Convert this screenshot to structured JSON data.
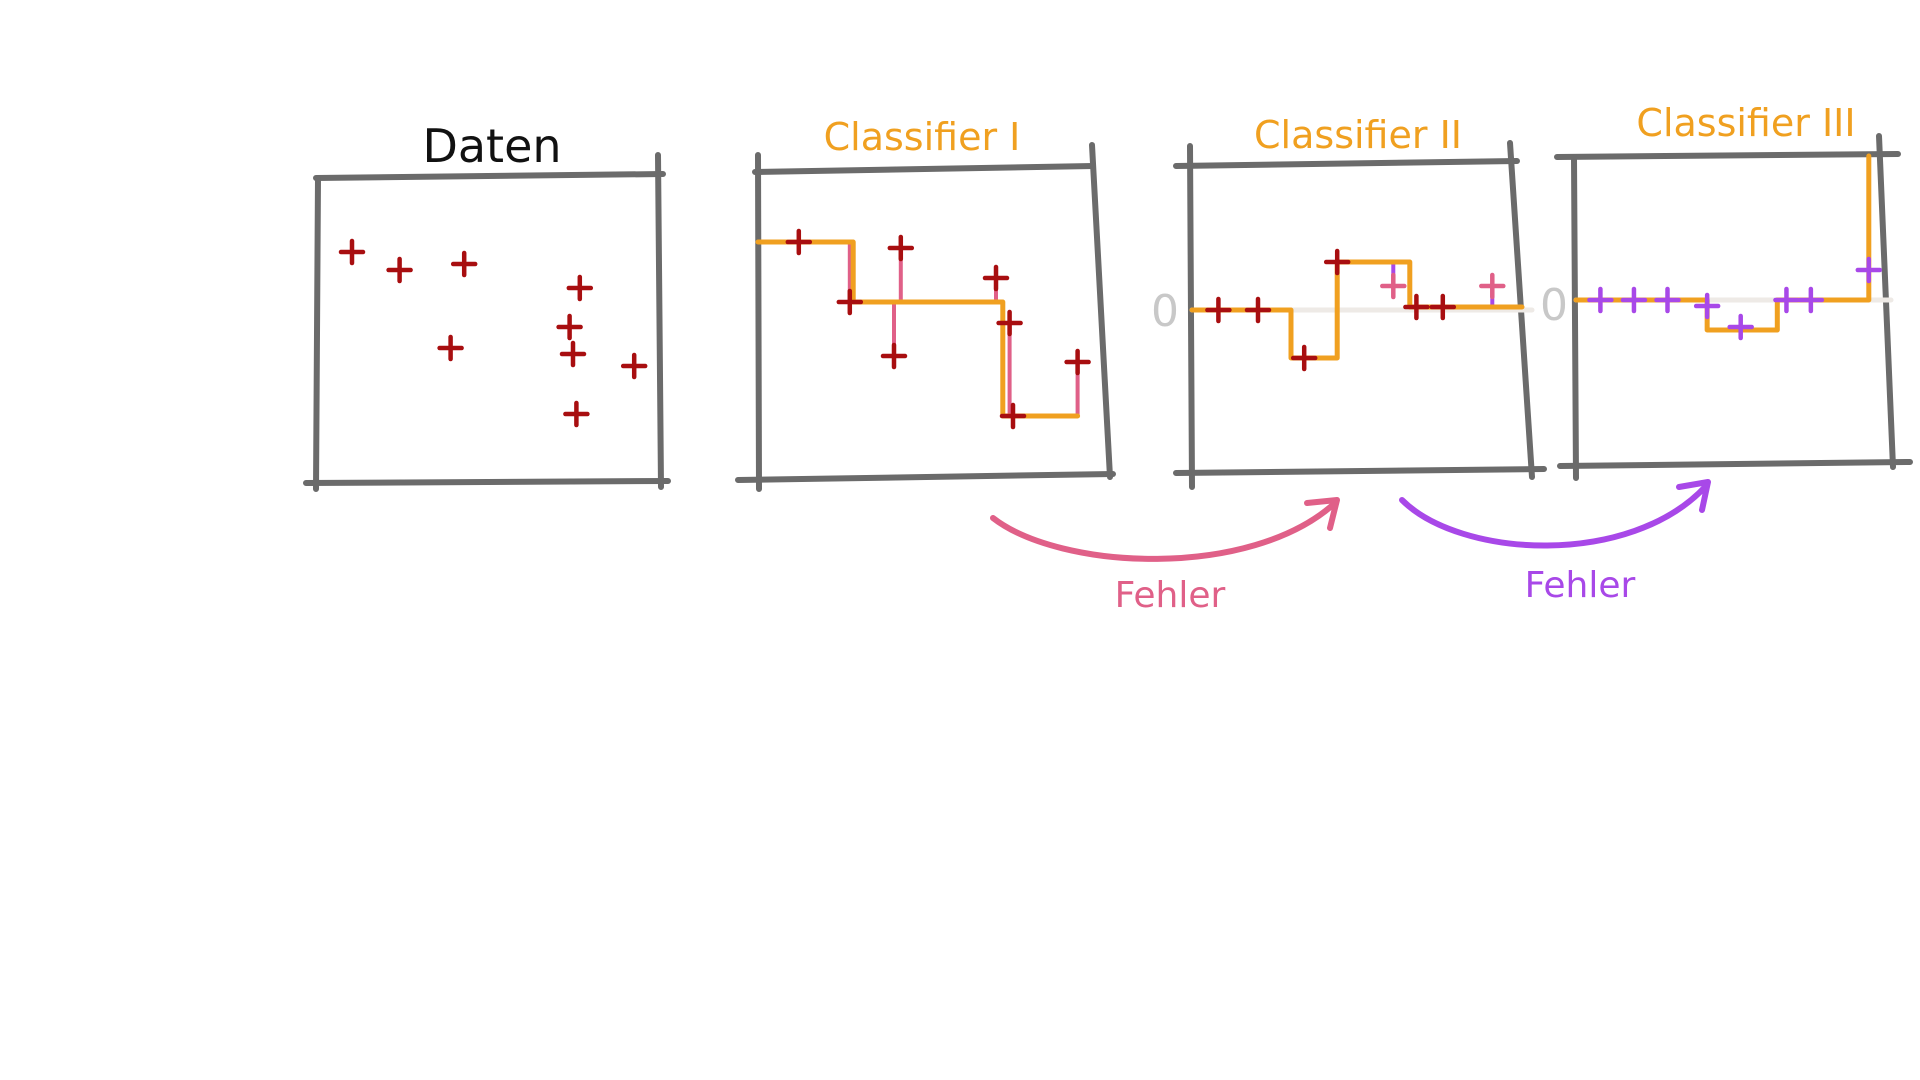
{
  "colors": {
    "axis": "#6b6b6b",
    "title_dark": "#111111",
    "classifier": "#f0a020",
    "data_point": "#a80e10",
    "error_pink": "#e06088",
    "error_purple": "#a848e8",
    "zero_line": "#c8c8c8"
  },
  "panels": [
    {
      "title": "Daten",
      "zero_label": "",
      "points": [
        [
          0.1,
          0.24
        ],
        [
          0.24,
          0.3
        ],
        [
          0.43,
          0.28
        ],
        [
          0.77,
          0.36
        ],
        [
          0.74,
          0.49
        ],
        [
          0.39,
          0.56
        ],
        [
          0.75,
          0.58
        ],
        [
          0.93,
          0.62
        ],
        [
          0.76,
          0.78
        ]
      ]
    },
    {
      "title": "Classifier I",
      "zero_label": "",
      "step": [
        [
          0,
          0.24
        ],
        [
          0.28,
          0.24
        ],
        [
          0.28,
          0.44
        ],
        [
          0.72,
          0.44
        ],
        [
          0.72,
          0.82
        ],
        [
          0.94,
          0.82
        ]
      ],
      "points": [
        [
          0.12,
          0.24
        ],
        [
          0.27,
          0.44
        ],
        [
          0.42,
          0.26
        ],
        [
          0.4,
          0.62
        ],
        [
          0.7,
          0.36
        ],
        [
          0.74,
          0.51
        ],
        [
          0.75,
          0.82
        ],
        [
          0.94,
          0.64
        ]
      ],
      "residual_color": "error_pink"
    },
    {
      "title": "Classifier II",
      "zero_label": "0",
      "step": [
        [
          0,
          0.5
        ],
        [
          0.3,
          0.5
        ],
        [
          0.3,
          0.66
        ],
        [
          0.44,
          0.66
        ],
        [
          0.44,
          0.34
        ],
        [
          0.66,
          0.34
        ],
        [
          0.66,
          0.49
        ],
        [
          1,
          0.49
        ]
      ],
      "points": [
        [
          0.08,
          0.5
        ],
        [
          0.2,
          0.5
        ],
        [
          0.34,
          0.66
        ],
        [
          0.44,
          0.34
        ],
        [
          0.61,
          0.42
        ],
        [
          0.68,
          0.49
        ],
        [
          0.76,
          0.49
        ],
        [
          0.91,
          0.42
        ]
      ],
      "residual_color": "error_purple"
    },
    {
      "title": "Classifier III",
      "zero_label": "0",
      "step": [
        [
          0,
          0.48
        ],
        [
          0.43,
          0.48
        ],
        [
          0.43,
          0.58
        ],
        [
          0.66,
          0.58
        ],
        [
          0.66,
          0.48
        ],
        [
          0.96,
          0.48
        ],
        [
          0.96,
          0
        ]
      ],
      "points": [
        [
          0.08,
          0.48
        ],
        [
          0.19,
          0.48
        ],
        [
          0.3,
          0.48
        ],
        [
          0.43,
          0.5
        ],
        [
          0.54,
          0.57
        ],
        [
          0.69,
          0.48
        ],
        [
          0.77,
          0.48
        ],
        [
          0.96,
          0.38
        ]
      ]
    }
  ],
  "arrows": [
    {
      "label": "Fehler",
      "color": "error_pink"
    },
    {
      "label": "Fehler",
      "color": "error_purple"
    }
  ]
}
